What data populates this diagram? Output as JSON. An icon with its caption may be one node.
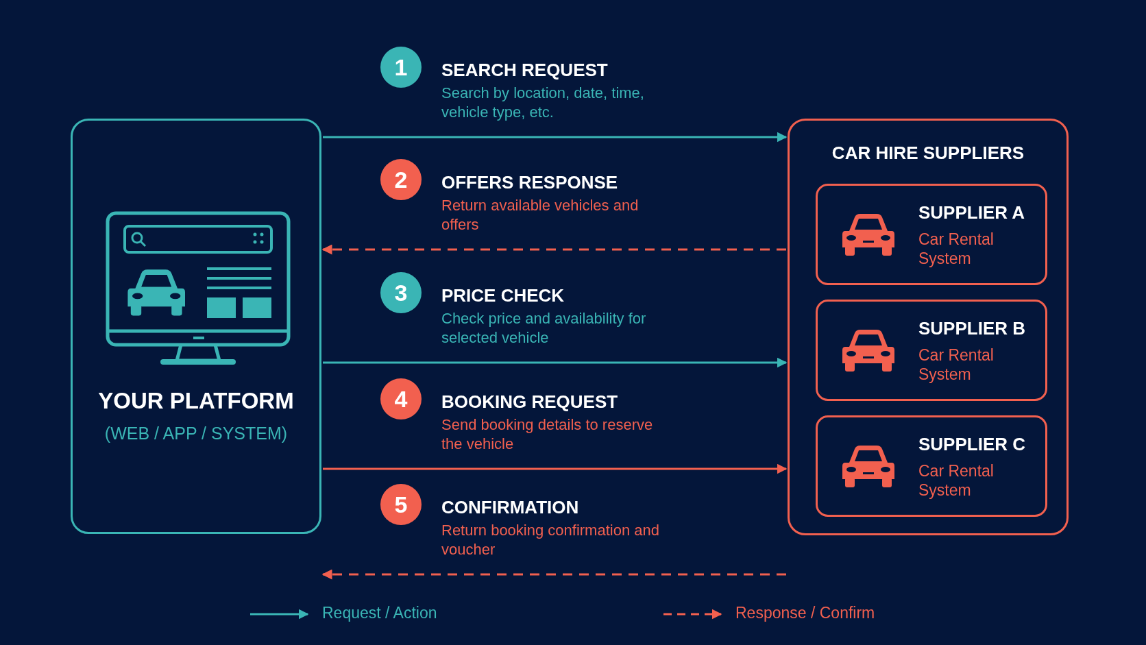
{
  "diagram": {
    "nodes": [
      {
        "text": [
          "YOUR PLATFORM",
          "(WEB / APP / SYSTEM)"
        ]
      },
      {
        "text": [
          "CAR HIRE SUPPLIERS"
        ]
      },
      {
        "text": [
          "SUPPLIER A",
          "Car Rental System"
        ],
        "in": 1
      },
      {
        "text": [
          "SUPPLIER B",
          "Car Rental System"
        ],
        "in": 1
      },
      {
        "text": [
          "SUPPLIER C",
          "Car Rental System"
        ],
        "in": 1
      }
    ],
    "edges": [
      {
        "from": 0,
        "to": 1,
        "arrow": "to",
        "label": "SEARCH REQUEST",
        "color": "#3ab5b5"
      },
      {
        "from": 1,
        "to": 0,
        "arrow": "to",
        "label": "OFFERS RESPONSE",
        "style": "dashed",
        "color": "#f2604f"
      },
      {
        "from": 0,
        "to": 1,
        "arrow": "to",
        "label": "PRICE CHECK",
        "color": "#3ab5b5"
      },
      {
        "from": 0,
        "to": 1,
        "arrow": "to",
        "label": "BOOKING REQUEST",
        "color": "#f2604f"
      },
      {
        "from": 1,
        "to": 0,
        "arrow": "to",
        "label": "CONFIRMATION",
        "style": "dashed",
        "color": "#f2604f"
      }
    ],
    "labels": [
      "1",
      "Search by location, date, time, vehicle type, etc.",
      "2",
      "Return available vehicles and offers",
      "3",
      "Check price and availability for selected vehicle",
      "4",
      "Send booking details to reserve the vehicle",
      "5",
      "Return booking confirmation and voucher"
    ],
    "legend": [
      {
        "text": "Request / Action"
      },
      {
        "text": "Response / Confirm"
      }
    ]
  }
}
